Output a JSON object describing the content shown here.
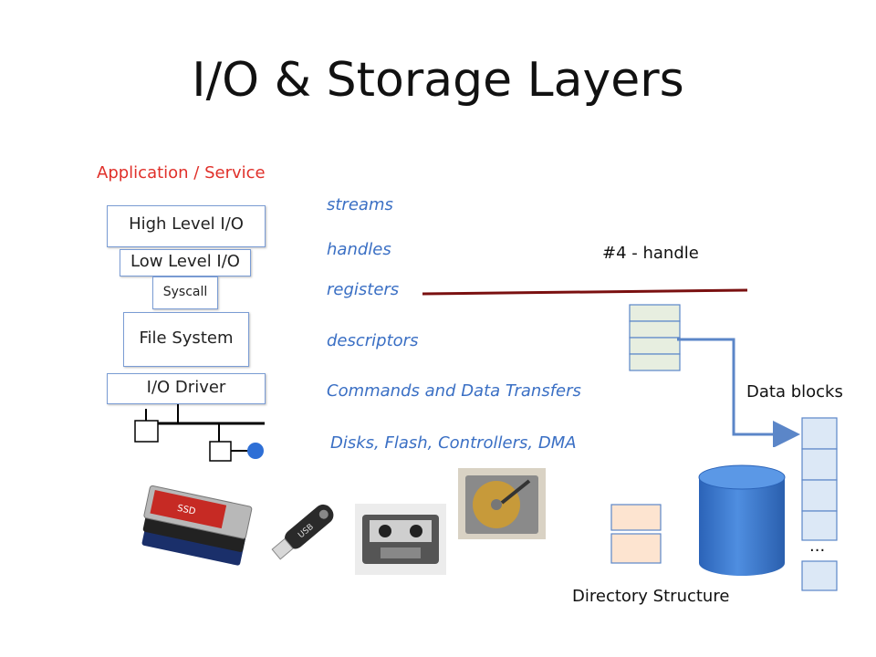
{
  "title": "I/O & Storage Layers",
  "stack": {
    "app_label": "Application / Service",
    "high_level": "High Level I/O",
    "low_level": "Low Level I/O",
    "syscall": "Syscall",
    "file_system": "File System",
    "io_driver": "I/O Driver"
  },
  "abstractions": {
    "streams": "streams",
    "handles": "handles",
    "registers": "registers",
    "descriptors": "descriptors",
    "commands": "Commands and Data Transfers",
    "devices": "Disks, Flash, Controllers, DMA"
  },
  "right": {
    "handle_label": "#4 - handle",
    "data_blocks": "Data blocks",
    "ellipsis": "...",
    "directory": "Directory Structure"
  },
  "photo_text": {
    "usb": "USB",
    "ssd": "SSD"
  },
  "colors": {
    "title": "#111111",
    "app_label": "#e0302a",
    "italic_text": "#3a6fc4",
    "box_border": "#7a9cd4",
    "handle_line": "#7a1010",
    "arrow": "#5b86c8",
    "cylinder": "#3a78d0",
    "directory_fill": "#fde4d0"
  }
}
